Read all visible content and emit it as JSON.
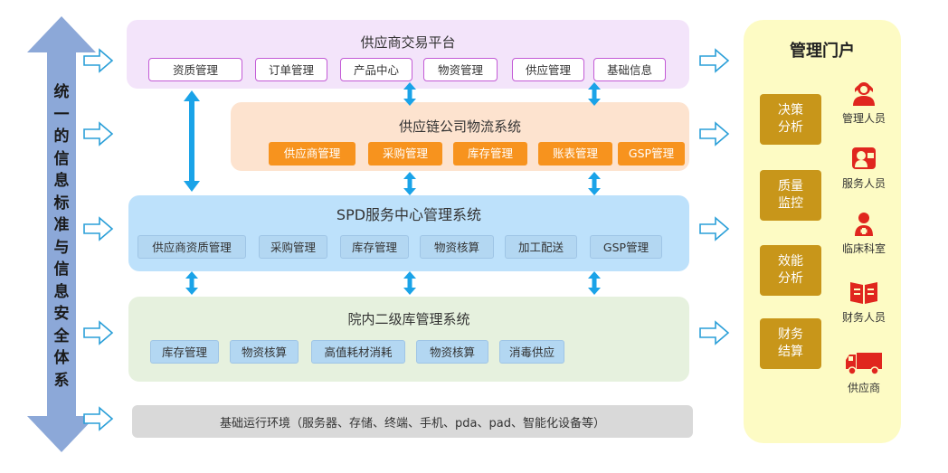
{
  "left_axis": {
    "text": [
      "统",
      "一",
      "的",
      "信",
      "息",
      "标",
      "准",
      "与",
      "信",
      "息",
      "安",
      "全",
      "体",
      "系"
    ]
  },
  "layers": {
    "supplier_platform": {
      "title": "供应商交易平台",
      "items": [
        "资质管理",
        "订单管理",
        "产品中心",
        "物资管理",
        "供应管理",
        "基础信息"
      ]
    },
    "logistics": {
      "title": "供应链公司物流系统",
      "items": [
        "供应商管理",
        "采购管理",
        "库存管理",
        "账表管理",
        "GSP管理"
      ]
    },
    "spd": {
      "title": "SPD服务中心管理系统",
      "items": [
        "供应商资质管理",
        "采购管理",
        "库存管理",
        "物资核算",
        "加工配送",
        "GSP管理"
      ]
    },
    "hospital": {
      "title": "院内二级库管理系统",
      "items": [
        "库存管理",
        "物资核算",
        "高值耗材消耗",
        "物资核算",
        "消毒供应"
      ]
    },
    "infrastructure": {
      "title": "基础运行环境（服务器、存储、终端、手机、pda、pad、智能化设备等）"
    }
  },
  "portal": {
    "title": "管理门户",
    "functions": [
      "决策\n分析",
      "质量\n监控",
      "效能\n分析",
      "财务\n结算"
    ],
    "users": [
      {
        "label": "管理人员",
        "icon": "manager-icon"
      },
      {
        "label": "服务人员",
        "icon": "service-staff-icon"
      },
      {
        "label": "临床科室",
        "icon": "clinical-department-icon"
      },
      {
        "label": "财务人员",
        "icon": "finance-staff-icon"
      },
      {
        "label": "供应商",
        "icon": "supplier-truck-icon"
      }
    ]
  },
  "colors": {
    "purple_layer": "#f3e4fa",
    "orange_layer": "#fde3cf",
    "blue_layer": "#bde1fb",
    "green_layer": "#e6f1de",
    "gray_layer": "#d9d9d9",
    "portal_bg": "#fdfbc4",
    "portal_box": "#c8961a",
    "icon_red": "#e0261e",
    "arrow_blue": "#1aa3e8",
    "axis": "#8ca8d8"
  }
}
